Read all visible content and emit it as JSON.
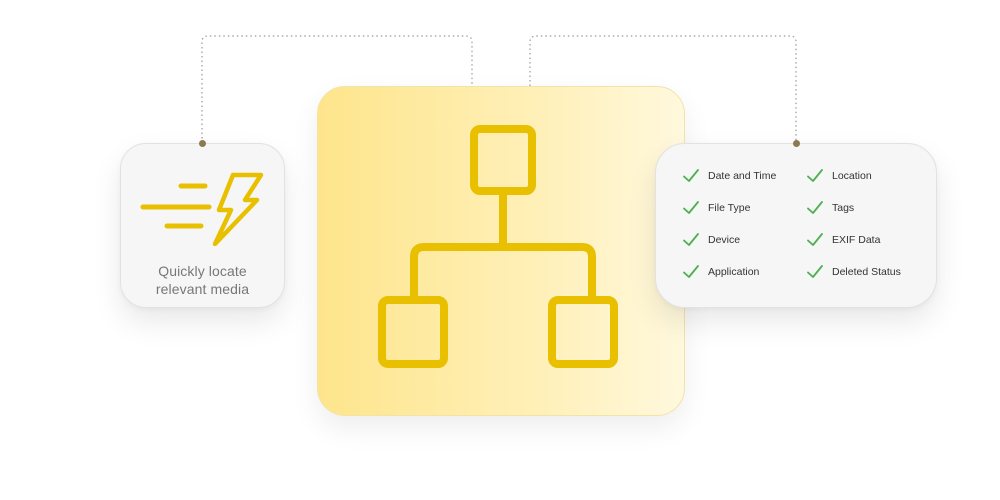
{
  "colors": {
    "accent": "#e8c000",
    "check": "#4caf50",
    "connector": "#9a9a9a"
  },
  "left_card": {
    "icon": "speed-lightning-icon",
    "caption_line1": "Quickly locate",
    "caption_line2": "relevant media"
  },
  "center_card": {
    "icon": "hierarchy-icon"
  },
  "right_card": {
    "features": [
      {
        "label": "Date and Time",
        "icon": "check-icon"
      },
      {
        "label": "Location",
        "icon": "check-icon"
      },
      {
        "label": "File Type",
        "icon": "check-icon"
      },
      {
        "label": "Tags",
        "icon": "check-icon"
      },
      {
        "label": "Device",
        "icon": "check-icon"
      },
      {
        "label": "EXIF Data",
        "icon": "check-icon"
      },
      {
        "label": "Application",
        "icon": "check-icon"
      },
      {
        "label": "Deleted Status",
        "icon": "check-icon"
      }
    ]
  }
}
